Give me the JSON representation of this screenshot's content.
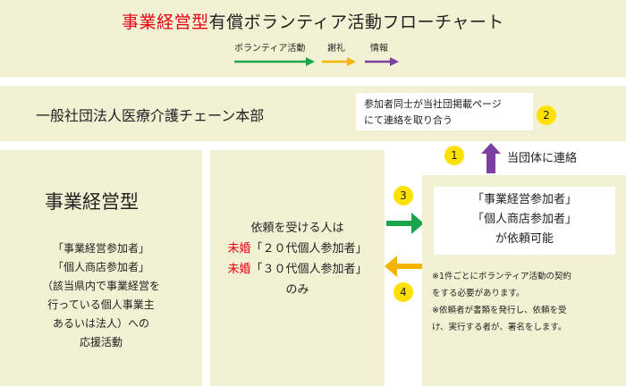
{
  "header": {
    "title_highlight": "事業経営型",
    "title_rest": "有償ボランティア活動フローチャート",
    "legend": [
      {
        "label": "ボランティア活動",
        "color": "#1aa54b"
      },
      {
        "label": "謝礼",
        "color": "#f5b400"
      },
      {
        "label": "情報",
        "color": "#7a3fa0"
      }
    ]
  },
  "headquarters": {
    "name": "一般社団法人医療介護チェーン本部",
    "note_line1": "参加者同士が当社団掲載ページ",
    "note_line2": "にて連絡を取り合う",
    "step2": "2"
  },
  "contact": {
    "step1": "1",
    "label": "当団体に連絡"
  },
  "left_panel": {
    "heading": "事業経営型",
    "lines": [
      "「事業経営参加者」",
      "「個人商店参加者」",
      "（該当県内で事業経営を",
      "行っている個人事業主",
      "あるいは法人）への",
      "応援活動"
    ]
  },
  "middle_panel": {
    "line1": "依頼を受ける人は",
    "line2_red": "未婚",
    "line2_rest": "「２０代個人参加者」",
    "line3_red": "未婚",
    "line3_rest": "「３０代個人参加者」",
    "line4": "のみ"
  },
  "right_panel": {
    "box_line1": "「事業経営参加者」",
    "box_line2": "「個人商店参加者」",
    "box_line3": "が依頼可能",
    "note1_line1": "※1件ごとにボランティア活動の契約",
    "note1_line2": "をする必要があります。",
    "note2_line1": "※依頼者が書類を発行し、依頼を受",
    "note2_line2": "け、実行する者が、署名をします。"
  },
  "steps": {
    "step3": "3",
    "step4": "4"
  }
}
